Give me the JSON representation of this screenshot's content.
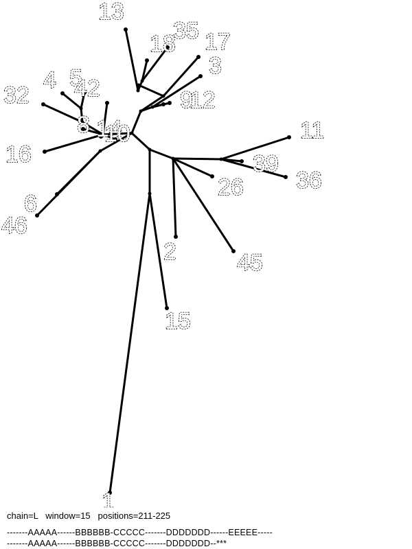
{
  "diagram": {
    "type": "unrooted-tree",
    "leaves": [
      "13",
      "18",
      "35",
      "17",
      "3",
      "9",
      "12",
      "32",
      "4",
      "5",
      "42",
      "8",
      "14",
      "10",
      "16",
      "6",
      "46",
      "11",
      "39",
      "36",
      "26",
      "2",
      "45",
      "15",
      "1"
    ],
    "edges": [
      [
        "core",
        "n2"
      ],
      [
        "n2",
        "n3"
      ],
      [
        "n3",
        "n6"
      ],
      [
        "n6",
        "n7"
      ],
      [
        "n7",
        "n8"
      ],
      [
        "n8",
        "13"
      ],
      [
        "n8",
        "n9"
      ],
      [
        "n9",
        "18"
      ],
      [
        "n9",
        "35"
      ],
      [
        "n6",
        "17"
      ],
      [
        "n3",
        "n10"
      ],
      [
        "n10",
        "3"
      ],
      [
        "n10",
        "9"
      ],
      [
        "n10",
        "12"
      ],
      [
        "n2",
        "n4"
      ],
      [
        "n4",
        "n13"
      ],
      [
        "n13",
        "32"
      ],
      [
        "n13",
        "n15"
      ],
      [
        "n15",
        "4"
      ],
      [
        "n15",
        "5"
      ],
      [
        "n4",
        "42"
      ],
      [
        "n4",
        "8"
      ],
      [
        "n4",
        "14"
      ],
      [
        "n4",
        "10"
      ],
      [
        "n4",
        "16"
      ],
      [
        "n2",
        "n5"
      ],
      [
        "n5",
        "6"
      ],
      [
        "n5",
        "46"
      ],
      [
        "core",
        "n19"
      ],
      [
        "n19",
        "n20"
      ],
      [
        "n20",
        "11"
      ],
      [
        "n20",
        "39"
      ],
      [
        "n20",
        "36"
      ],
      [
        "n19",
        "26"
      ],
      [
        "n19",
        "2"
      ],
      [
        "n19",
        "45"
      ],
      [
        "core",
        "n21"
      ],
      [
        "n21",
        "15"
      ],
      [
        "n21",
        "1"
      ]
    ]
  },
  "footer": {
    "params": "chain=L   window=15   positions=211-225",
    "seq_top": "-------AAAAA------BBBBBB-CCCCC-------DDDDDDD------EEEEE-----",
    "seq_bottom": "-------AAAAA------BBBBBB-CCCCC-------DDDDDDD--***"
  }
}
